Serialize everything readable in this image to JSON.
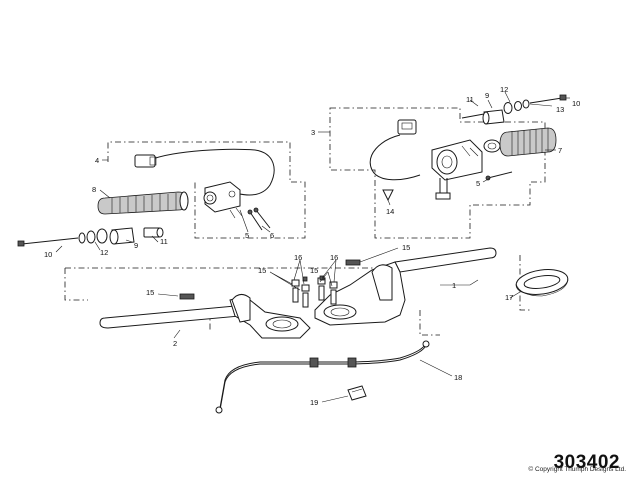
{
  "diagram": {
    "figure_number": "303402",
    "copyright": "© Copyright Triumph Designs Ltd.",
    "callouts": {
      "c1": "1",
      "c2": "2",
      "c3": "3",
      "c4": "4",
      "c5_left": "5",
      "c5_right": "5",
      "c6": "6",
      "c7": "7",
      "c8": "8",
      "c9_left": "9",
      "c9_right": "9",
      "c10_left": "10",
      "c10_right": "10",
      "c11_left": "11",
      "c11_right": "11",
      "c12_left": "12",
      "c12_right": "12",
      "c13": "13",
      "c14": "14",
      "c15_left": "15",
      "c15_mid": "15",
      "c15_center": "15",
      "c15_right": "15",
      "c16_left": "16",
      "c16_right": "16",
      "c17": "17",
      "c18": "18",
      "c19": "19"
    }
  }
}
